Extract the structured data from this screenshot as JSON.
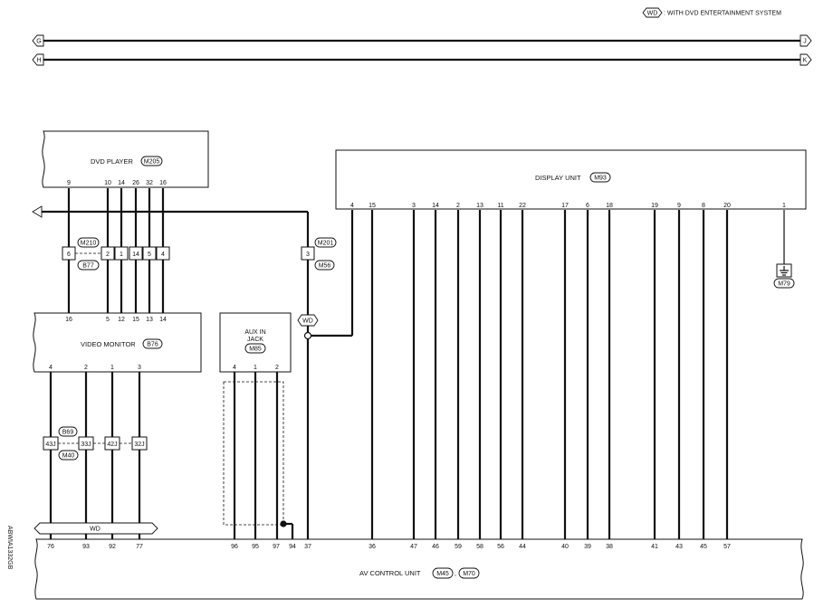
{
  "legend": {
    "tag": "WD",
    "text": ": WITH DVD ENTERTAINMENT SYSTEM"
  },
  "connector_refs": {
    "upper": {
      "left": "G",
      "right": "J"
    },
    "lower": {
      "left": "H",
      "right": "K"
    }
  },
  "dvd_player": {
    "name": "DVD PLAYER",
    "connector": "M205",
    "pins": [
      "9",
      "10",
      "14",
      "26",
      "32",
      "16"
    ]
  },
  "display_unit": {
    "name": "DISPLAY UNIT",
    "connector": "M93",
    "pins": [
      "4",
      "15",
      "3",
      "14",
      "2",
      "13",
      "11",
      "22",
      "17",
      "6",
      "18",
      "19",
      "9",
      "8",
      "20",
      "1"
    ]
  },
  "ground": {
    "connector": "M79"
  },
  "joint_b77": {
    "upper_connector": "M210",
    "lower_connector": "B77",
    "pins": [
      "6",
      "2",
      "1",
      "14",
      "5",
      "4"
    ]
  },
  "joint_m56": {
    "upper_connector": "M201",
    "lower_connector": "M56",
    "pin": "3"
  },
  "video_monitor": {
    "name": "VIDEO MONITOR",
    "connector": "B76",
    "top_pins": [
      "16",
      "5",
      "12",
      "15",
      "13",
      "14"
    ],
    "bottom_pins": [
      "4",
      "2",
      "1",
      "3"
    ]
  },
  "aux_jack": {
    "name_line1": "AUX IN",
    "name_line2": "JACK",
    "connector": "M85",
    "pins": [
      "4",
      "1",
      "2"
    ]
  },
  "wd_tag": "WD",
  "joint_m40": {
    "upper_connector": "B69",
    "lower_connector": "M40",
    "pins": [
      "43J",
      "33J",
      "42J",
      "32J"
    ]
  },
  "wd_bar": "WD",
  "av_control_unit": {
    "name": "AV CONTROL UNIT",
    "connector_1": "M45",
    "connector_2": "M70",
    "pins": [
      "76",
      "93",
      "92",
      "77",
      "96",
      "95",
      "97",
      "94",
      "37",
      "36",
      "47",
      "46",
      "59",
      "58",
      "56",
      "44",
      "40",
      "39",
      "38",
      "41",
      "43",
      "45",
      "57"
    ]
  },
  "side_code": "ABWIA1332GB"
}
